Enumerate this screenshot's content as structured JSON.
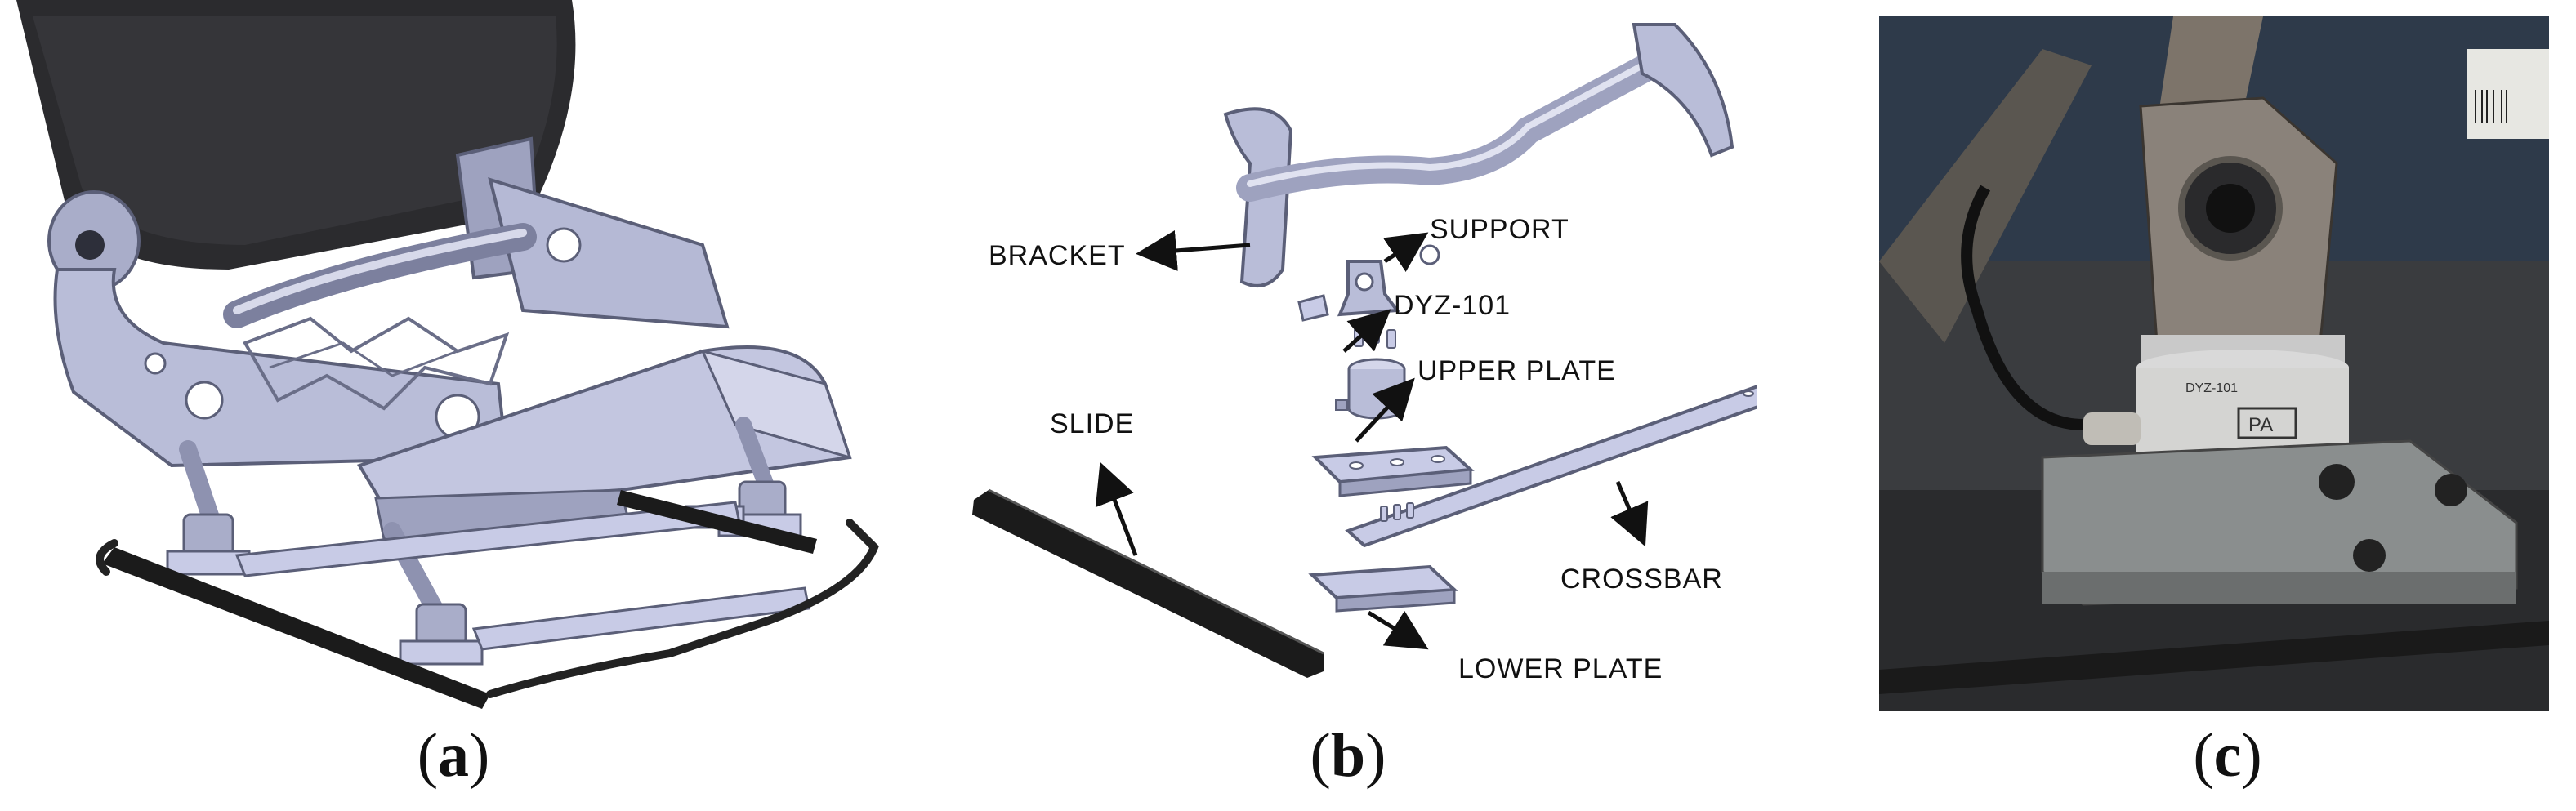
{
  "panels": [
    {
      "id": "a",
      "caption_open": "(",
      "caption_letter": "a",
      "caption_close": ")"
    },
    {
      "id": "b",
      "caption_open": "(",
      "caption_letter": "b",
      "caption_close": ")"
    },
    {
      "id": "c",
      "caption_open": "(",
      "caption_letter": "c",
      "caption_close": ")"
    }
  ],
  "labels": {
    "bracket": "BRACKET",
    "support": "SUPPORT",
    "dyz101": "DYZ-101",
    "upper_plate": "UPPER PLATE",
    "slide": "SLIDE",
    "crossbar": "CROSSBAR",
    "lower_plate": "LOWER PLATE"
  },
  "photo": {
    "sensor_label": "DYZ-101",
    "brand_mark": "PA"
  },
  "colors": {
    "metal": "#b9bdd8",
    "metal_dark": "#7c809e",
    "plate": "#c8cbe6",
    "cushion": "#2b2b2e",
    "rail": "#1b1b1b",
    "photo_bg": "#3a3c3f"
  }
}
